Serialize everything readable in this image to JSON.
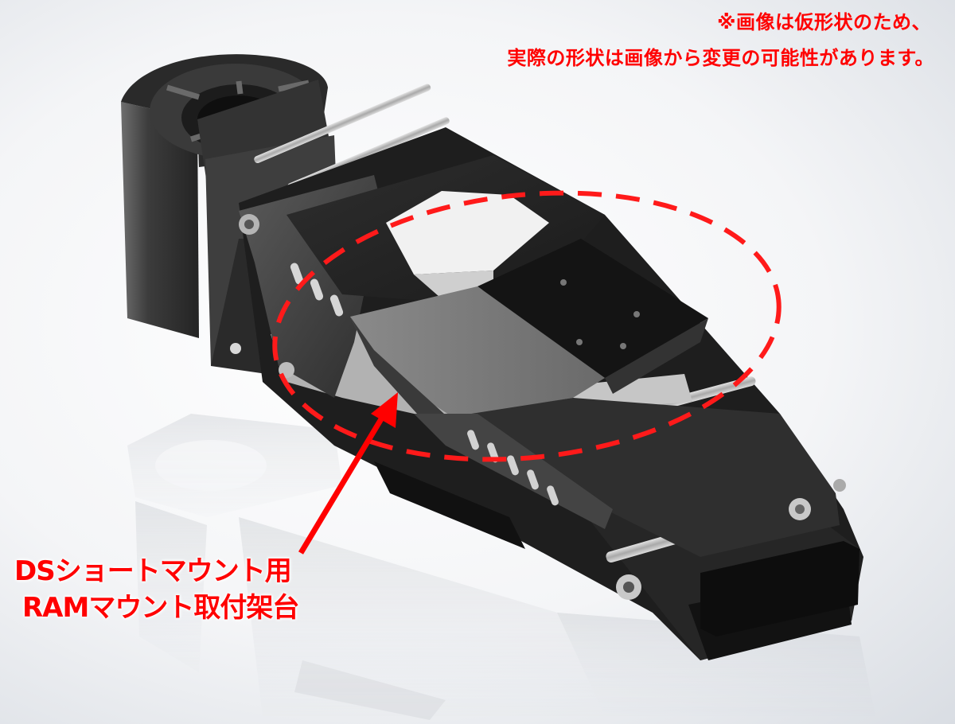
{
  "notice": {
    "line1": "※画像は仮形状のため、",
    "line2": "実際の形状は画像から変更の可能性があります。"
  },
  "callout": {
    "line1": "DSショートマウント用",
    "line2": "RAMマウント取付架台"
  },
  "colors": {
    "accent": "#ff0000",
    "metal_dark": "#2b2b2b",
    "metal_black": "#1a1a1a",
    "steel": "#b9b9b9"
  }
}
